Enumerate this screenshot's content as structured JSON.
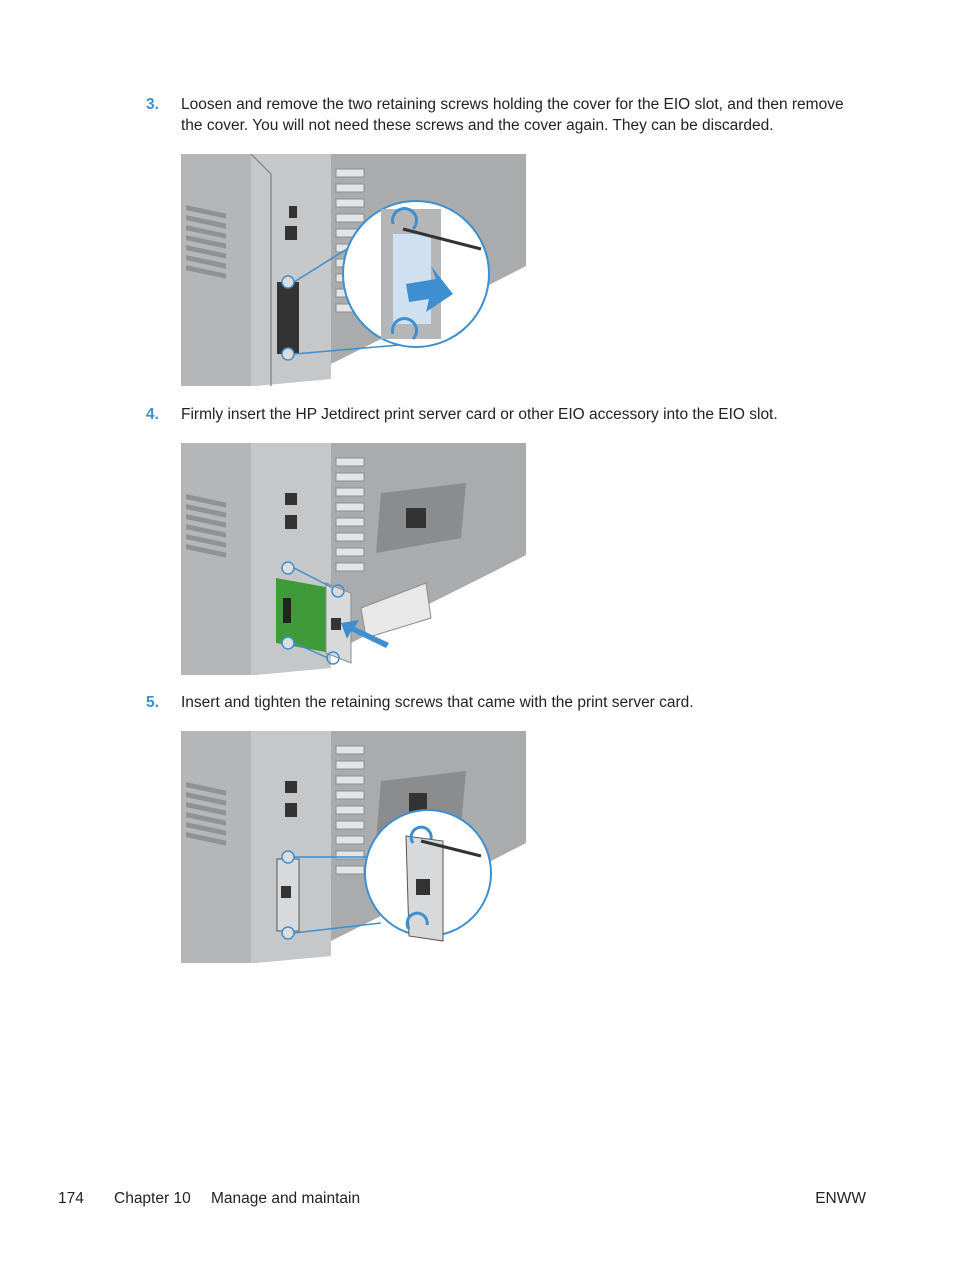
{
  "steps": [
    {
      "number": "3.",
      "text": "Loosen and remove the two retaining screws holding the cover for the EIO slot, and then remove the cover. You will not need these screws and the cover again. They can be discarded."
    },
    {
      "number": "4.",
      "text": "Firmly insert the HP Jetdirect print server card or other EIO accessory into the EIO slot."
    },
    {
      "number": "5.",
      "text": "Insert and tighten the retaining screws that came with the print server card."
    }
  ],
  "footer": {
    "page_number": "174",
    "chapter": "Chapter 10",
    "chapter_title": "Manage and maintain",
    "doc_code": "ENWW"
  },
  "colors": {
    "accent": "#3d8fd1",
    "printer_gray": "#a9abad",
    "board_green": "#3f9a3a"
  }
}
